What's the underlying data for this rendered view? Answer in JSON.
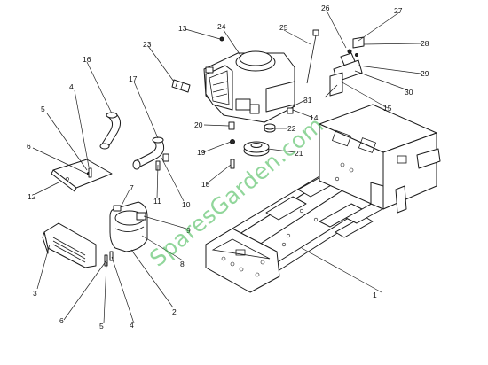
{
  "diagram": {
    "callouts": [
      "1",
      "2",
      "3",
      "4",
      "5",
      "6",
      "7",
      "8",
      "9",
      "10",
      "11",
      "12",
      "13",
      "14",
      "15",
      "16",
      "17",
      "18",
      "19",
      "20",
      "21",
      "22",
      "23",
      "24",
      "25",
      "26",
      "27",
      "28",
      "29",
      "30",
      "31",
      "4",
      "5",
      "6"
    ],
    "watermark": "SparesGarden.com"
  }
}
